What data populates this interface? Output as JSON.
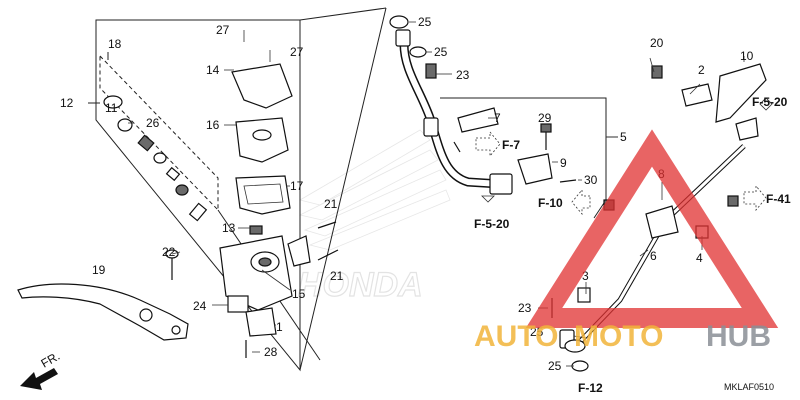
{
  "diagram": {
    "code": "MKLAF0510",
    "direction_label": "FR.",
    "parts": {
      "p1": "1",
      "p2": "2",
      "p3": "3",
      "p4": "4",
      "p5": "5",
      "p6": "6",
      "p7": "7",
      "p8": "8",
      "p9": "9",
      "p10": "10",
      "p11": "11",
      "p12": "12",
      "p13": "13",
      "p14": "14",
      "p15": "15",
      "p16": "16",
      "p17": "17",
      "p18": "18",
      "p19": "19",
      "p20": "20",
      "p21": "21",
      "p22": "22",
      "p23": "23",
      "p24": "24",
      "p25": "25",
      "p26": "26",
      "p27": "27",
      "p28": "28",
      "p29": "29",
      "p30": "30"
    },
    "refs": {
      "f7": "F-7",
      "f10": "F-10",
      "f41": "F-41",
      "f520": "F-5-20",
      "f12": "F-12"
    },
    "background_logo": "HONDA"
  },
  "watermark": {
    "text_a": "AUTO",
    "text_b": "MOTO",
    "text_c": "HUB",
    "color_triangle": "#e03030",
    "color_accent": "#f2b43a",
    "color_gray": "#8a8f96"
  }
}
